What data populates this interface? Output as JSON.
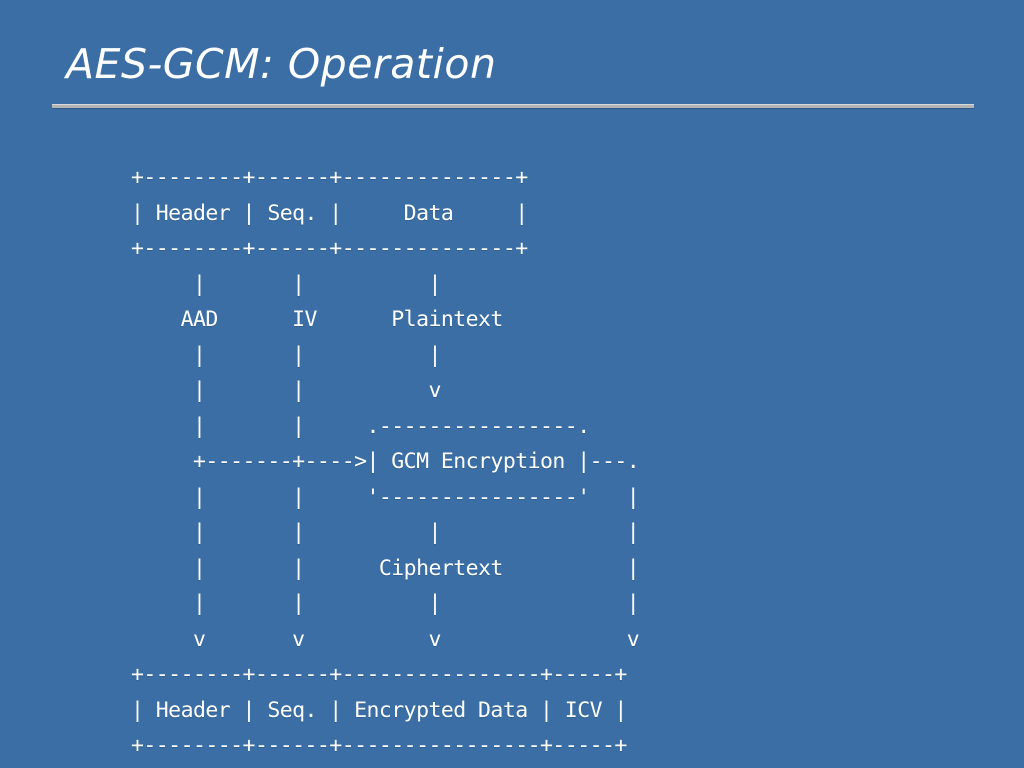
{
  "slide": {
    "title": "AES-GCM: Operation",
    "background_color": "#3a6ea5",
    "text_color": "#ffffff",
    "rule_color": "#b5b5b5"
  },
  "diagram": {
    "type": "ascii-art",
    "ascii": "+--------+------+--------------+\n| Header | Seq. |     Data     |\n+--------+------+--------------+\n     |       |          |\n    AAD      IV      Plaintext\n     |       |          |\n     |       |          v\n     |       |     .----------------.\n     +-------+---->| GCM Encryption |---.\n     |       |     '----------------'   |\n     |       |          |               |\n     |       |      Ciphertext          |\n     |       |          |               |\n     v       v          v               v\n+--------+------+----------------+-----+\n| Header | Seq. | Encrypted Data | ICV |\n+--------+------+----------------+-----+",
    "input_packet": {
      "fields": [
        "Header",
        "Seq.",
        "Data"
      ]
    },
    "flow_labels": [
      "AAD",
      "IV",
      "Plaintext",
      "Ciphertext"
    ],
    "process_box": {
      "label": "GCM Encryption"
    },
    "output_packet": {
      "fields": [
        "Header",
        "Seq.",
        "Encrypted Data",
        "ICV"
      ]
    }
  }
}
